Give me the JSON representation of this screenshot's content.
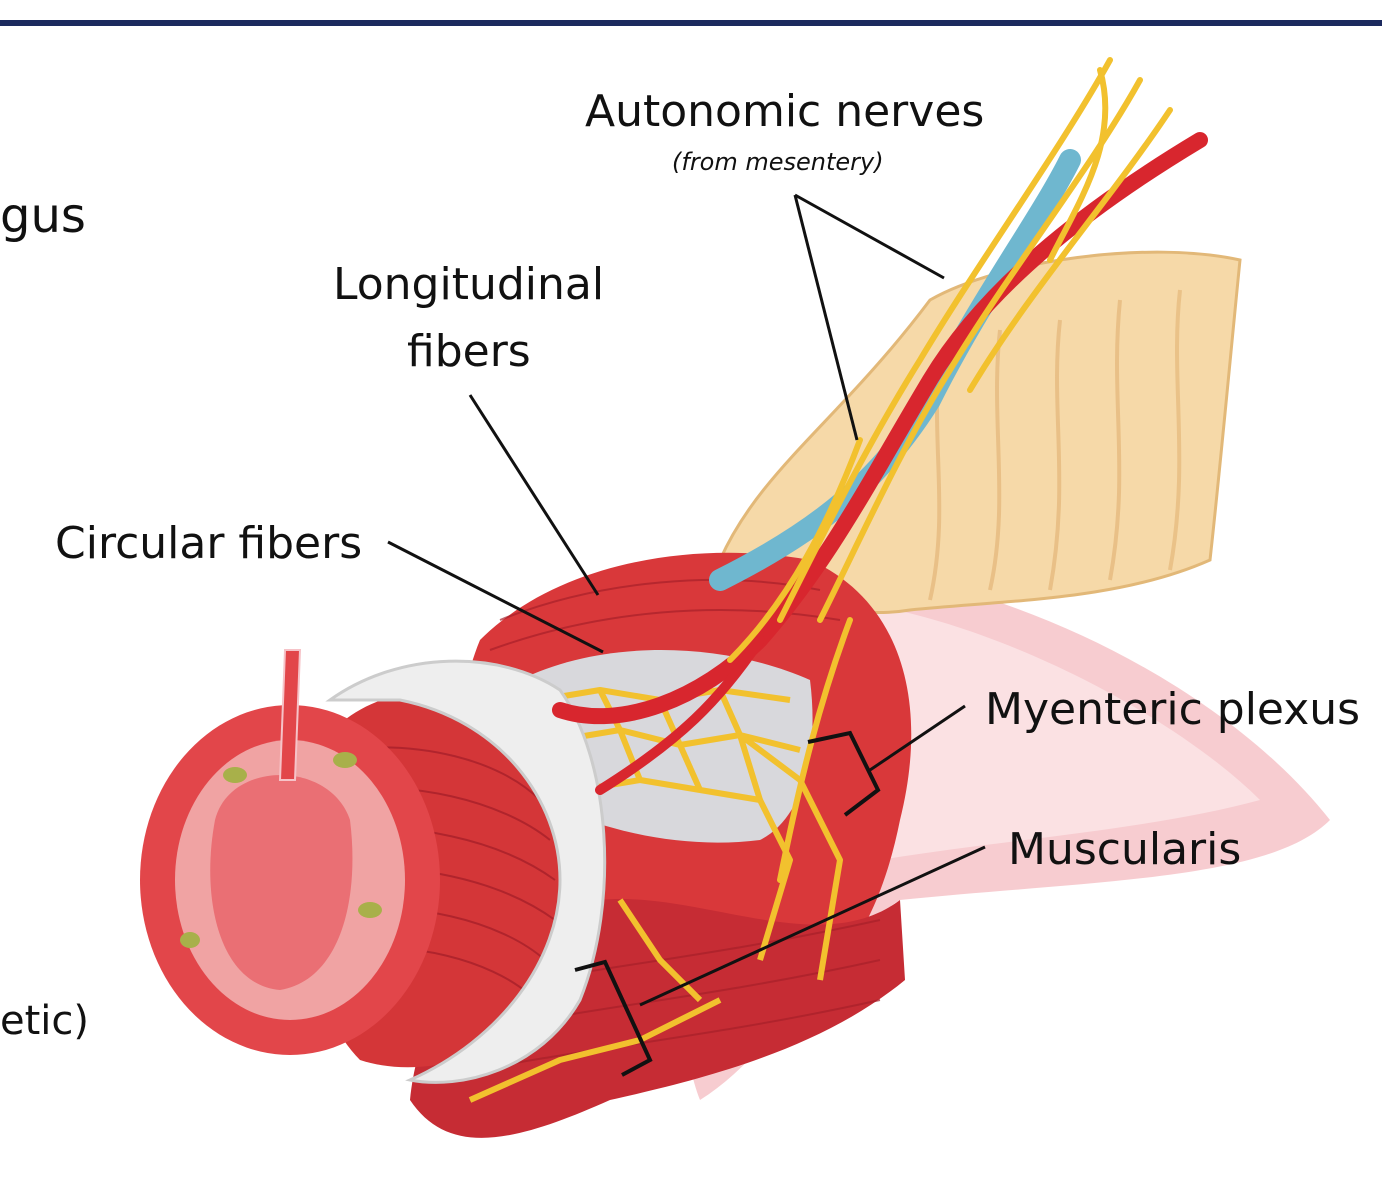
{
  "colors": {
    "rule": "#1c2a5e",
    "muscle": "#d9383a",
    "muscle_dark": "#a8202a",
    "muscle_light": "#f0a3a3",
    "nerve": "#f2c12e",
    "artery": "#d8262e",
    "vein": "#6fb7cf",
    "mesentery": "#f6d9a8",
    "submucosa": "#eeeeee",
    "background_tint": "#f6c3c8"
  },
  "fragments": {
    "left_top": "gus",
    "left_bottom": "etic)"
  },
  "labels": {
    "autonomic_nerves": "Autonomic nerves",
    "autonomic_nerves_sub": "(from mesentery)",
    "longitudinal_fibers_line1": "Longitudinal",
    "longitudinal_fibers_line2": "fibers",
    "circular_fibers": "Circular fibers",
    "myenteric_plexus": "Myenteric plexus",
    "muscularis": "Muscularis"
  }
}
